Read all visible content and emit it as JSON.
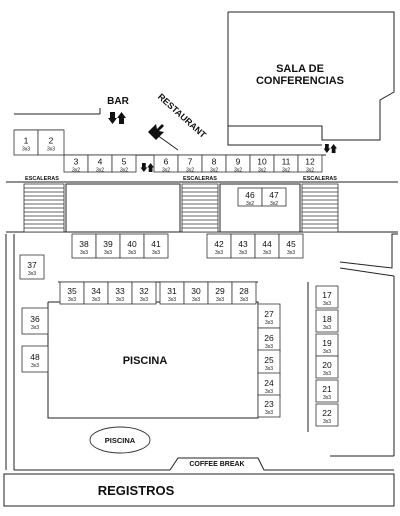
{
  "labels": {
    "sala_line1": "SALA DE",
    "sala_line2": "CONFERENCIAS",
    "bar": "BAR",
    "restaurant": "RESTAURANT",
    "escaleras": "ESCALERAS",
    "piscina_main": "PISCINA",
    "piscina_oval": "PISCINA",
    "coffee_break": "COFFEE BREAK",
    "registros": "REGISTROS"
  },
  "booths": [
    {
      "num": "1",
      "size": "3x3"
    },
    {
      "num": "2",
      "size": "3x3"
    },
    {
      "num": "3",
      "size": "3x2"
    },
    {
      "num": "4",
      "size": "3x2"
    },
    {
      "num": "5",
      "size": "3x2"
    },
    {
      "num": "6",
      "size": "3x2"
    },
    {
      "num": "7",
      "size": "3x2"
    },
    {
      "num": "8",
      "size": "3x2"
    },
    {
      "num": "9",
      "size": "3x2"
    },
    {
      "num": "10",
      "size": "3x2"
    },
    {
      "num": "11",
      "size": "3x2"
    },
    {
      "num": "12",
      "size": "3x2"
    },
    {
      "num": "46",
      "size": "3x2"
    },
    {
      "num": "47",
      "size": "3x2"
    },
    {
      "num": "38",
      "size": "3x3"
    },
    {
      "num": "39",
      "size": "3x3"
    },
    {
      "num": "40",
      "size": "3x3"
    },
    {
      "num": "41",
      "size": "3x3"
    },
    {
      "num": "42",
      "size": "3x3"
    },
    {
      "num": "43",
      "size": "3x3"
    },
    {
      "num": "44",
      "size": "3x3"
    },
    {
      "num": "45",
      "size": "3x3"
    },
    {
      "num": "37",
      "size": "3x3"
    },
    {
      "num": "35",
      "size": "3x3"
    },
    {
      "num": "34",
      "size": "3x3"
    },
    {
      "num": "33",
      "size": "3x3"
    },
    {
      "num": "32",
      "size": "3x3"
    },
    {
      "num": "31",
      "size": "3x3"
    },
    {
      "num": "30",
      "size": "3x3"
    },
    {
      "num": "29",
      "size": "3x3"
    },
    {
      "num": "28",
      "size": "3x3"
    },
    {
      "num": "36",
      "size": "3x3"
    },
    {
      "num": "48",
      "size": "3x3"
    },
    {
      "num": "27",
      "size": "3x3"
    },
    {
      "num": "26",
      "size": "3x3"
    },
    {
      "num": "25",
      "size": "3x3"
    },
    {
      "num": "24",
      "size": "3x3"
    },
    {
      "num": "23",
      "size": "3x3"
    },
    {
      "num": "17",
      "size": "3x3"
    },
    {
      "num": "18",
      "size": "3x3"
    },
    {
      "num": "19",
      "size": "3x3"
    },
    {
      "num": "20",
      "size": "3x3"
    },
    {
      "num": "21",
      "size": "3x3"
    },
    {
      "num": "22",
      "size": "3x3"
    }
  ]
}
